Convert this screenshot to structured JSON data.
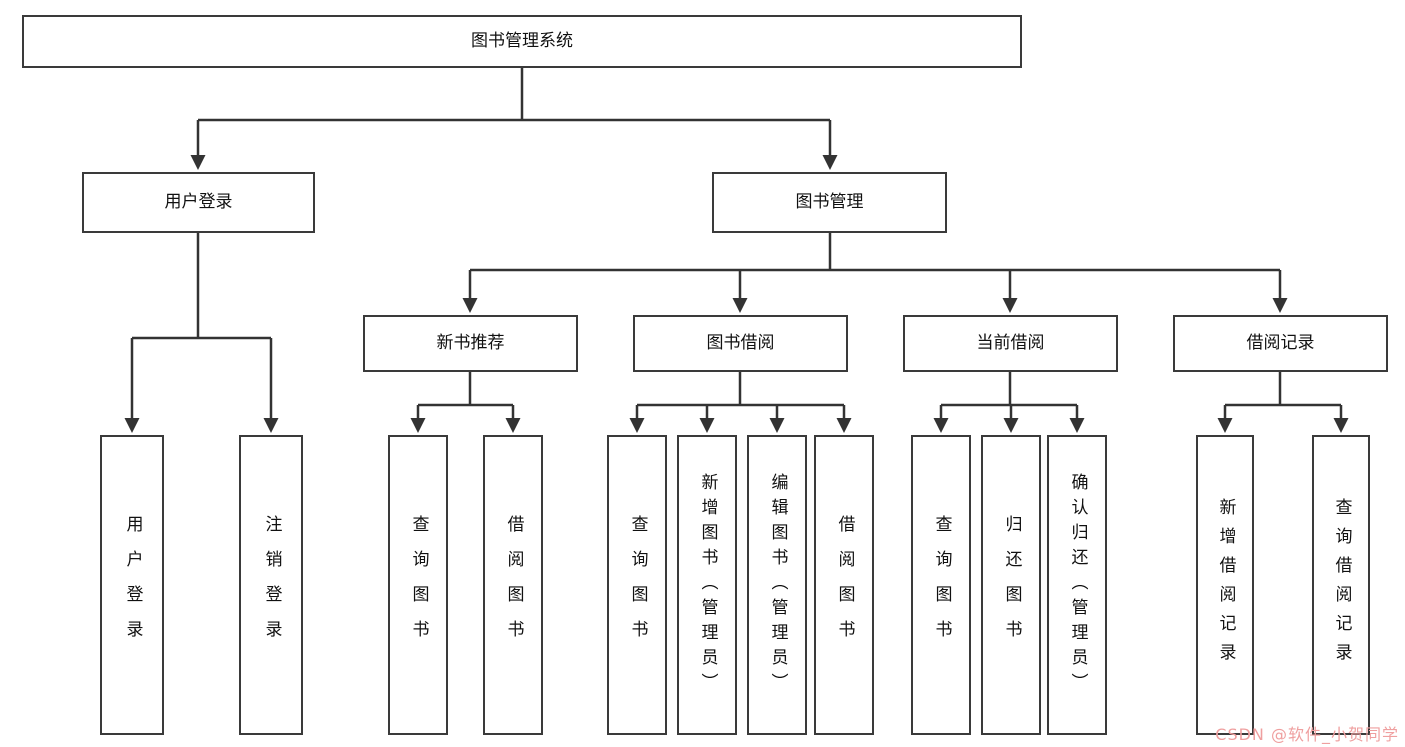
{
  "diagram": {
    "root": {
      "label": "图书管理系统"
    },
    "level2": [
      {
        "label": "用户登录"
      },
      {
        "label": "图书管理"
      }
    ],
    "level3": [
      {
        "label": "新书推荐"
      },
      {
        "label": "图书借阅"
      },
      {
        "label": "当前借阅"
      },
      {
        "label": "借阅记录"
      }
    ],
    "leaves": {
      "user_login": [
        {
          "label": "用户登录"
        },
        {
          "label": "注销登录"
        }
      ],
      "new_book": [
        {
          "label": "查询图书"
        },
        {
          "label": "借阅图书"
        }
      ],
      "borrow": [
        {
          "label": "查询图书"
        },
        {
          "label": "新增图书（管理员）"
        },
        {
          "label": "编辑图书（管理员）"
        },
        {
          "label": "借阅图书"
        }
      ],
      "current": [
        {
          "label": "查询图书"
        },
        {
          "label": "归还图书"
        },
        {
          "label": "确认归还（管理员）"
        }
      ],
      "records": [
        {
          "label": "新增借阅记录"
        },
        {
          "label": "查询借阅记录"
        }
      ]
    }
  },
  "watermark": {
    "text": "CSDN @软件_小贺同学"
  },
  "colors": {
    "line": "#333333",
    "box_border": "#3a3a3a",
    "text": "#111111",
    "watermark": "#ef9f9f",
    "background": "#ffffff"
  }
}
